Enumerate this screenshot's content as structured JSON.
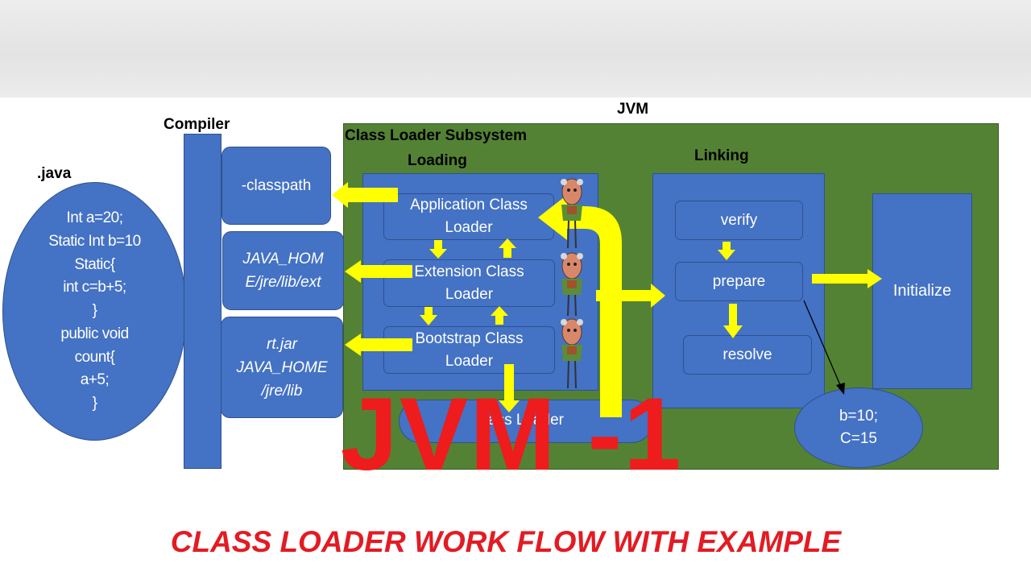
{
  "header": {
    "jvm_label": "JVM",
    "compiler_label": "Compiler",
    "java_label": ".java",
    "subsystem_label": "Class Loader Subsystem",
    "loading_label": "Loading",
    "linking_label": "Linking"
  },
  "source_code": "Int a=20;\nStatic Int b=10\nStatic{\nint c=b+5;\n}\npublic void\ncount{\na+5;\n}",
  "paths": {
    "classpath": "-classpath",
    "ext": "JAVA_HOM\nE/jre/lib/ext",
    "rt": "rt.jar\nJAVA_HOME\n/jre/lib"
  },
  "loaders": {
    "application": "Application Class\nLoader",
    "extension": "Extension Class\nLoader",
    "bootstrap": "Bootstrap Class\nLoader",
    "user_defined_partial": "ass Loader"
  },
  "linking_steps": {
    "verify": "verify",
    "prepare": "prepare",
    "resolve": "resolve"
  },
  "initialize_label": "Initialize",
  "values_bubble": "b=10;\nC=15",
  "overlay_title": "JVM -1",
  "caption": "CLASS LOADER WORK FLOW WITH  EXAMPLE",
  "colors": {
    "box_blue": "#4472c4",
    "jvm_green": "#548235",
    "arrow_yellow": "#ffff00",
    "title_red": "#ee1c1c"
  }
}
